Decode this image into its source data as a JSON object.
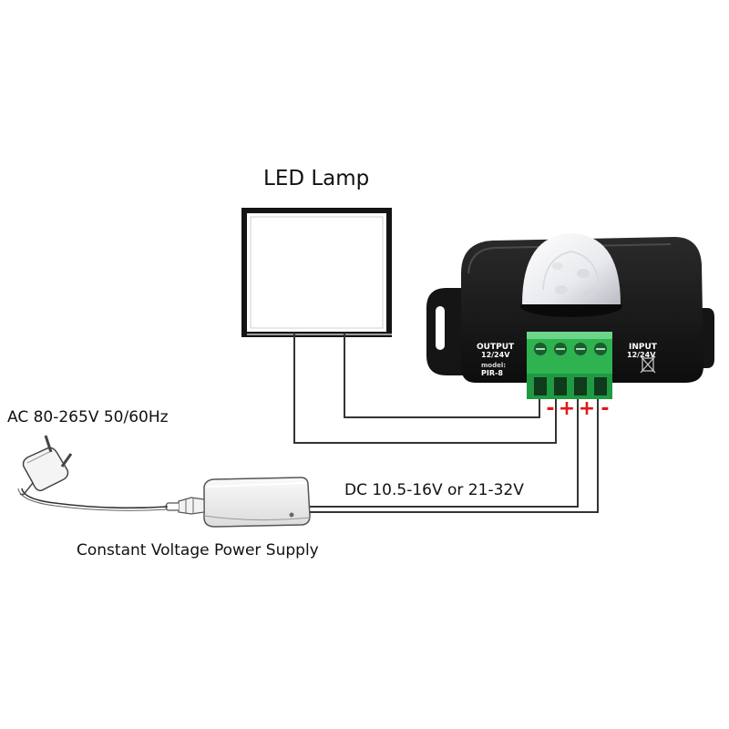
{
  "labels": {
    "led_lamp": "LED Lamp",
    "ac_input": "AC 80-265V 50/60Hz",
    "dc_voltage": "DC 10.5-16V or 21-32V",
    "power_supply": "Constant Voltage Power Supply"
  },
  "sensor": {
    "output_title": "OUTPUT",
    "output_voltage": "12/24V",
    "model_label": "model:",
    "model_name": "PIR-8",
    "input_title": "INPUT",
    "input_voltage": "12/24V"
  },
  "terminal_polarity": [
    "-",
    "+",
    "+",
    "-"
  ],
  "colors": {
    "wire": "#333333",
    "sensor_body": "#1b1b1b",
    "terminal_block": "#27a84a",
    "polarity_mark": "#e01919",
    "lamp_frame": "#141414"
  },
  "icons": [
    "wall-plug-icon",
    "power-supply-icon",
    "pir-sensor-icon",
    "led-panel-icon"
  ]
}
